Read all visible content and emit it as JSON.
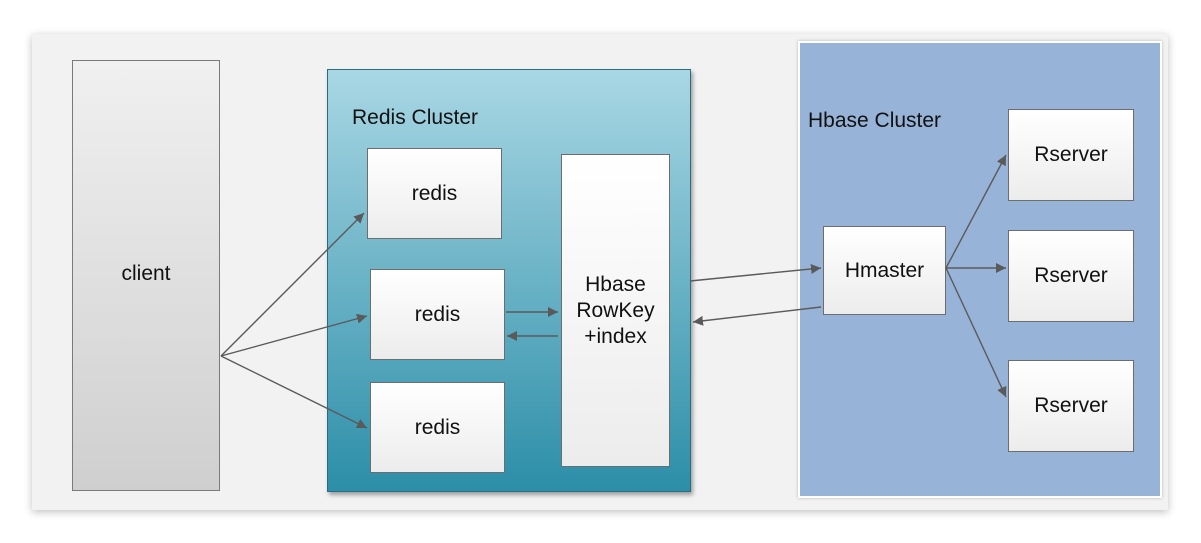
{
  "diagram": {
    "client": "client",
    "redis_cluster": {
      "title": "Redis Cluster",
      "nodes": [
        "redis",
        "redis",
        "redis"
      ],
      "index_box": "Hbase\nRowKey\n+index"
    },
    "hbase_cluster": {
      "title": "Hbase Cluster",
      "master": "Hmaster",
      "servers": [
        "Rserver",
        "Rserver",
        "Rserver"
      ]
    }
  },
  "colors": {
    "redis_top": "#a9d7e4",
    "redis_bottom": "#2c8ea8",
    "hbase_bg": "#97b3d7",
    "arrow": "#5a5a5a"
  },
  "icons": {
    "arrowhead": "arrowhead-icon"
  }
}
